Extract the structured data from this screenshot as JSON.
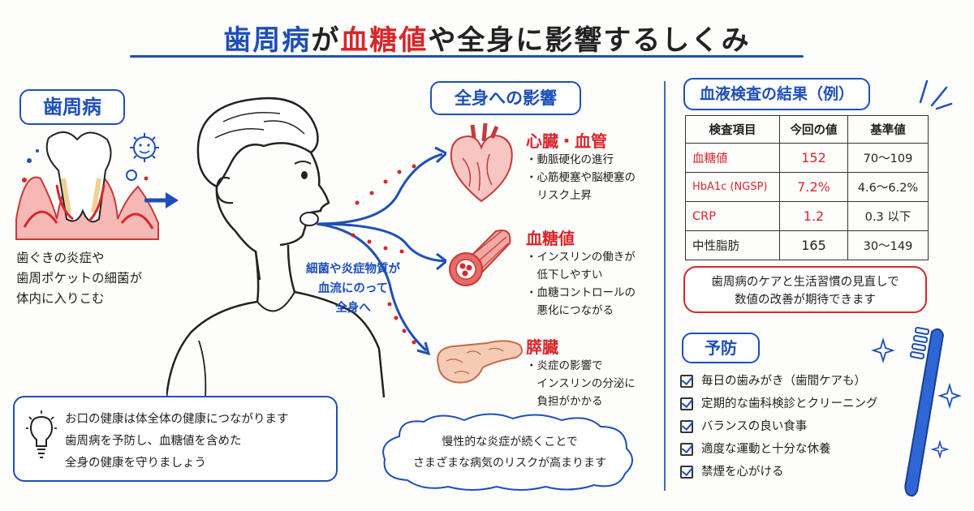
{
  "title": {
    "part1": "歯周病",
    "part2": "が",
    "part3": "血糖値",
    "part4": "や全身に影響するしくみ"
  },
  "perio": {
    "heading": "歯周病",
    "caption": [
      "歯ぐきの炎症や",
      "歯周ポケットの細菌が",
      "体内に入りこむ"
    ]
  },
  "flow_label": [
    "細菌や炎症物質が",
    "血流にのって",
    "全身へ"
  ],
  "effects": {
    "heading": "全身への影響",
    "items": [
      {
        "name": "心臓・血管",
        "bullets": [
          "・動脈硬化の進行",
          "・心筋梗塞や脳梗塞の",
          "　リスク上昇"
        ]
      },
      {
        "name": "血糖値",
        "bullets": [
          "・インスリンの働きが",
          "　低下しやすい",
          "・血糖コントロールの",
          "　悪化につながる"
        ]
      },
      {
        "name": "膵臓",
        "bullets": [
          "・炎症の影響で",
          "　インスリンの分泌に",
          "　負担がかかる"
        ]
      }
    ]
  },
  "results": {
    "heading": "血液検査の結果（例）",
    "columns": [
      "検査項目",
      "今回の値",
      "基準値"
    ],
    "rows": [
      {
        "item": "血糖値",
        "value": "152",
        "ref": "70〜109",
        "highlight": true
      },
      {
        "item": "HbA1c (NGSP)",
        "value": "7.2%",
        "ref": "4.6〜6.2%",
        "highlight": true
      },
      {
        "item": "CRP",
        "value": "1.2",
        "ref": "0.3 以下",
        "highlight": true
      },
      {
        "item": "中性脂肪",
        "value": "165",
        "ref": "30〜149",
        "highlight": false
      }
    ],
    "note": [
      "歯周病のケアと生活習慣の見直しで",
      "数値の改善が期待できます"
    ]
  },
  "prevention": {
    "heading": "予防",
    "items": [
      "毎日の歯みがき（歯間ケアも）",
      "定期的な歯科検診とクリーニング",
      "バランスの良い食事",
      "適度な運動と十分な休養",
      "禁煙を心がける"
    ]
  },
  "advice": [
    "お口の健康は体全体の健康につながります",
    "歯周病を予防し、血糖値を含めた",
    "全身の健康を守りましょう"
  ],
  "cloud": [
    "慢性的な炎症が続くことで",
    "さまざまな病気のリスクが高まります"
  ],
  "colors": {
    "accent_blue": "#1e4fb8",
    "accent_red": "#d8262b"
  }
}
